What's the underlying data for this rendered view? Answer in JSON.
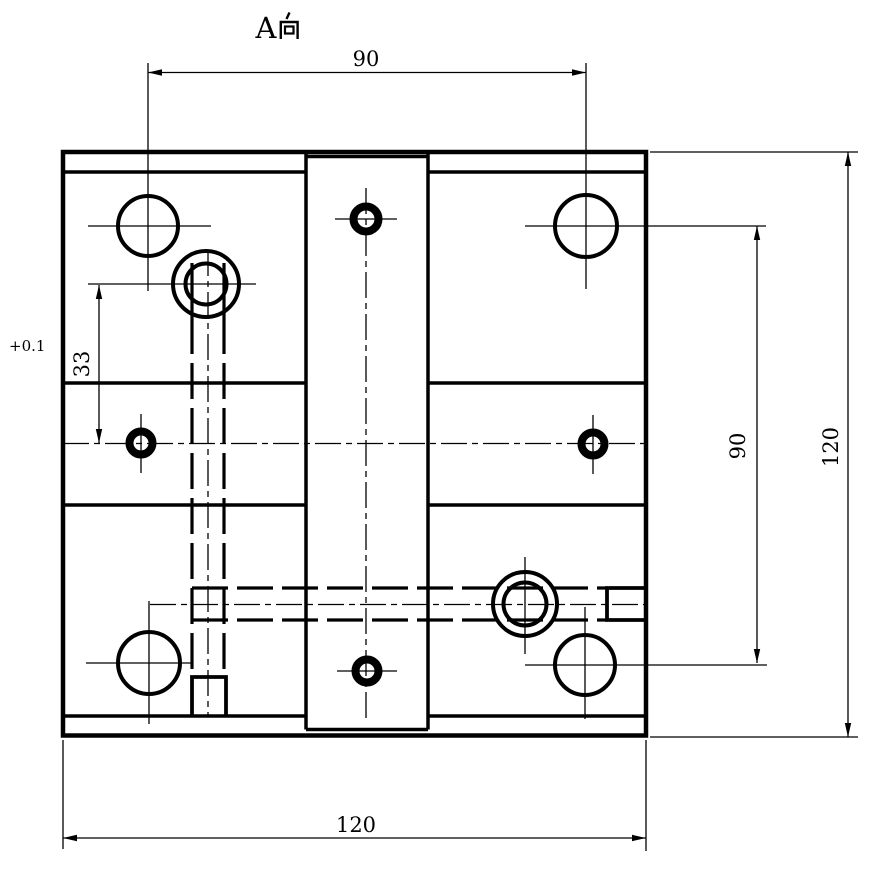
{
  "view_label": {
    "letter": "A",
    "direction_char": "向"
  },
  "dimensions": {
    "top_span": "90",
    "right_span": "90",
    "right_overall": "120",
    "bottom_overall": "120",
    "slot_offset": "33",
    "tolerance": "+0.1"
  },
  "colors": {
    "line": "#000000",
    "background": "#ffffff"
  }
}
